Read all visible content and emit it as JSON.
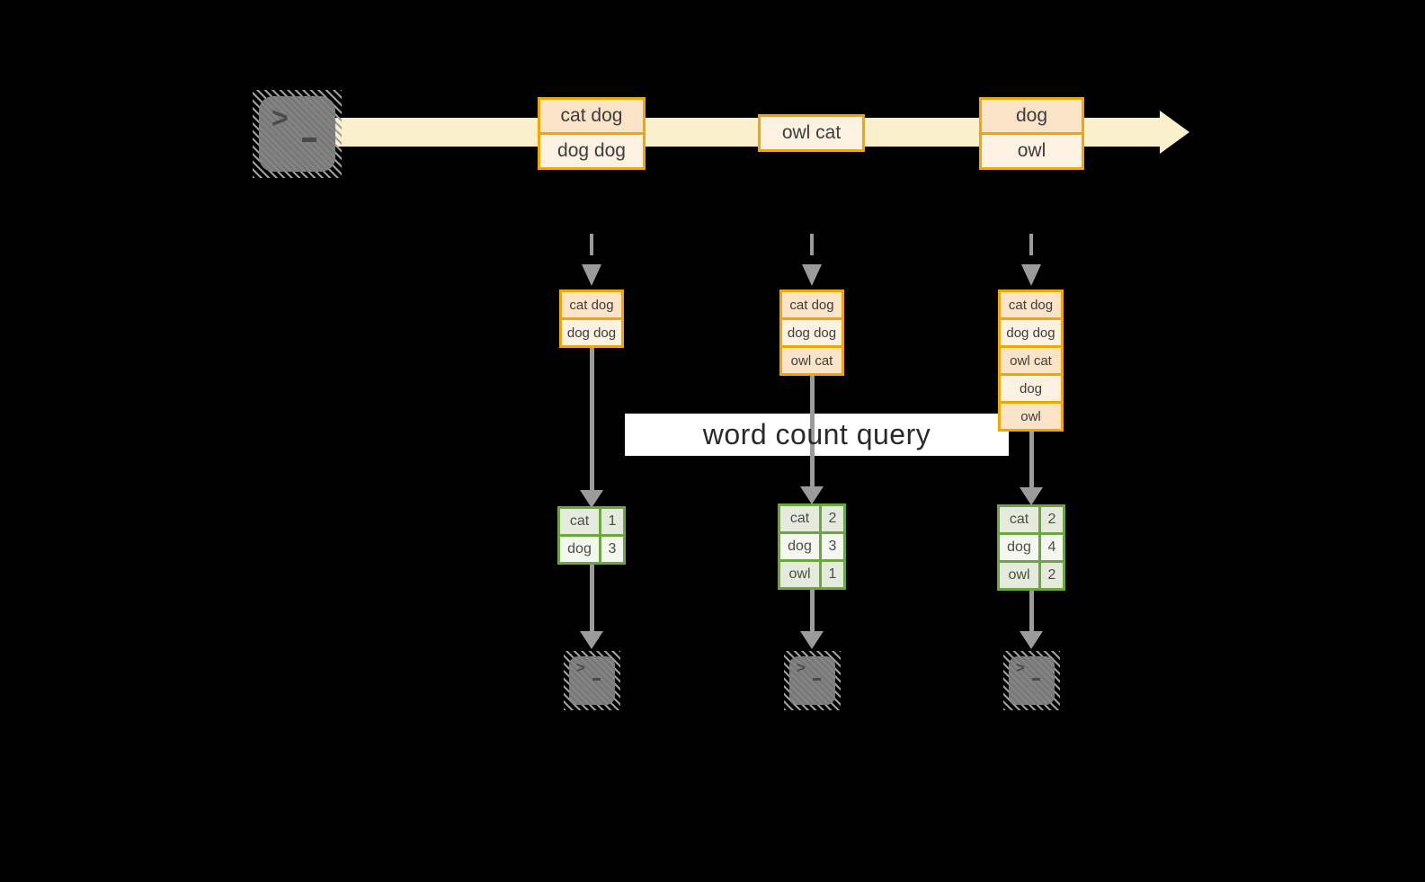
{
  "banner": {
    "label": "word count query"
  },
  "stream": {
    "events": [
      {
        "lines": [
          "cat dog",
          "dog dog"
        ]
      },
      {
        "lines": [
          "owl cat"
        ]
      },
      {
        "lines": [
          "dog",
          "owl"
        ]
      }
    ]
  },
  "columns": [
    {
      "buffer": [
        "cat dog",
        "dog dog"
      ],
      "counts": [
        {
          "word": "cat",
          "count": "1"
        },
        {
          "word": "dog",
          "count": "3"
        }
      ]
    },
    {
      "buffer": [
        "cat dog",
        "dog dog",
        "owl cat"
      ],
      "counts": [
        {
          "word": "cat",
          "count": "2"
        },
        {
          "word": "dog",
          "count": "3"
        },
        {
          "word": "owl",
          "count": "1"
        }
      ]
    },
    {
      "buffer": [
        "cat dog",
        "dog dog",
        "owl cat",
        "dog",
        "owl"
      ],
      "counts": [
        {
          "word": "cat",
          "count": "2"
        },
        {
          "word": "dog",
          "count": "4"
        },
        {
          "word": "owl",
          "count": "2"
        }
      ]
    }
  ],
  "icons": {
    "terminal": "terminal-prompt-icon",
    "prompt": ">"
  },
  "colors": {
    "stream_band": "#faf0cb",
    "box_border": "#f0a800",
    "box_fill_peach": "#fbe3c7",
    "box_fill_cream": "#fdf2e2",
    "table_border": "#6aa73c",
    "table_fill_dark": "#e4ebdc",
    "table_fill_light": "#f4f7f0",
    "arrow_gray": "#9b9b9b",
    "terminal_gray": "#7f7f7f",
    "banner_bg": "#ffffff",
    "text": "#3d3d3d"
  }
}
